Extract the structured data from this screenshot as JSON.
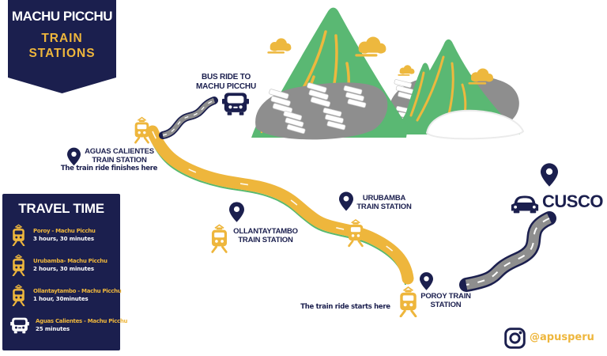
{
  "colors": {
    "navy": "#1b1f4e",
    "yellow": "#eeb63c",
    "green": "#5ab873",
    "road_gray": "#8e8e8e",
    "background": "#ffffff"
  },
  "banner": {
    "title": "MACHU PICCHU",
    "subtitle_line1": "TRAIN",
    "subtitle_line2": "STATIONS"
  },
  "travel_time": {
    "title": "TRAVEL TIME",
    "items": [
      {
        "icon": "train-icon",
        "route": "Poroy - Machu Picchu",
        "duration": "3 hours, 30 minutes"
      },
      {
        "icon": "train-icon",
        "route": "Urubamba- Machu Picchu",
        "duration": "2 hours, 30 minutes"
      },
      {
        "icon": "train-icon",
        "route": "Ollantaytambo - Machu Picchu",
        "duration": "1 hour, 30minutes"
      },
      {
        "icon": "bus-icon",
        "route": "Aguas Calientes - Machu Picchu",
        "duration": "25 minutes"
      }
    ]
  },
  "map": {
    "bus_ride": {
      "line1": "BUS RIDE TO",
      "line2": "MACHU PICCHU"
    },
    "stations": {
      "aguas_calientes": {
        "line1": "AGUAS CALIENTES",
        "line2": "TRAIN STATION",
        "note": "The train ride finishes here"
      },
      "urubamba": {
        "line1": "URUBAMBA",
        "line2": "TRAIN STATION"
      },
      "ollantaytambo": {
        "line1": "OLLANTAYTAMBO",
        "line2": "TRAIN STATION"
      },
      "poroy": {
        "line1": "POROY TRAIN",
        "line2": "STATION",
        "note": "The train ride starts here"
      }
    },
    "destination": {
      "label": "CUSCO"
    }
  },
  "footer": {
    "instagram_handle": "@apusperu"
  }
}
